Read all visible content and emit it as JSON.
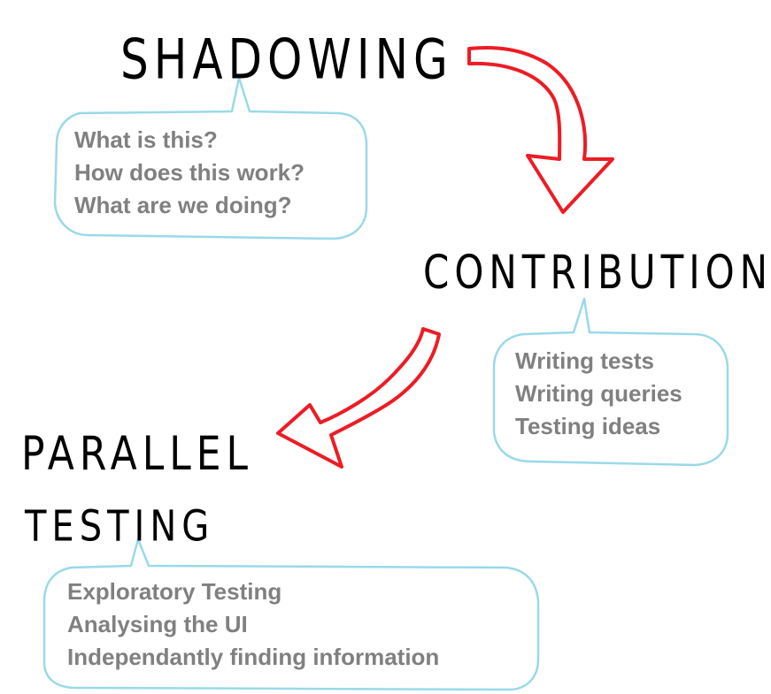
{
  "colors": {
    "arrow": "#ed1c24",
    "bubble": "#99d9ea",
    "title": "#000000",
    "text": "#808080"
  },
  "stages": {
    "shadowing": {
      "title": "SHADOWING",
      "items": [
        "What is this?",
        "How does this work?",
        "What are we doing?"
      ]
    },
    "contribution": {
      "title": "CONTRIBUTION",
      "items": [
        "Writing tests",
        "Writing queries",
        "Testing ideas"
      ]
    },
    "parallel": {
      "title_line1": "PARALLEL",
      "title_line2": "TESTING",
      "items": [
        "Exploratory Testing",
        "Analysing the UI",
        "Independantly finding information"
      ]
    }
  }
}
